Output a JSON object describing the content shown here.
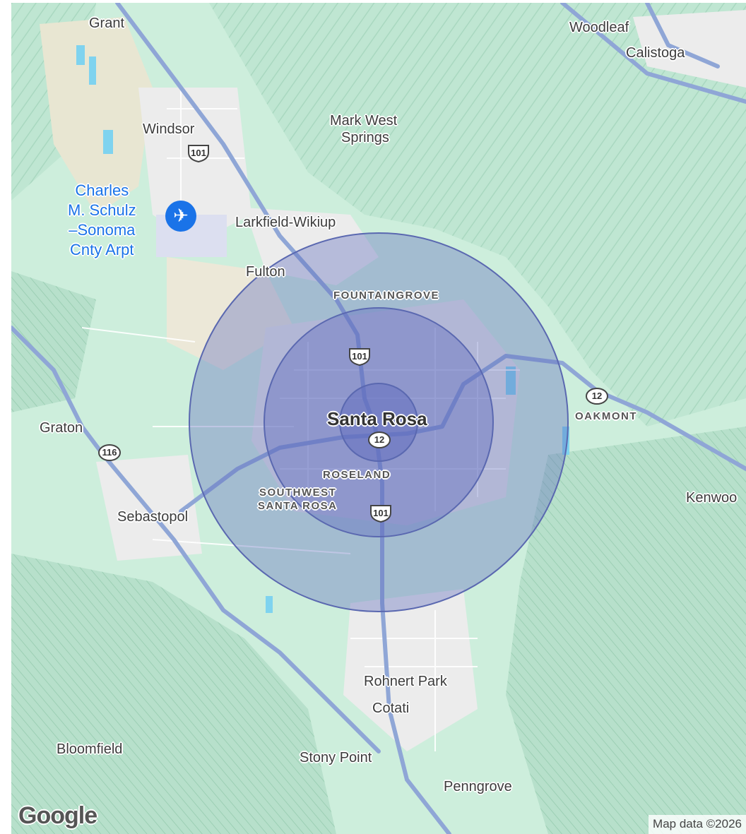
{
  "places": {
    "grant": "Grant",
    "woodleaf": "Woodleaf",
    "calistoga": "Calistoga",
    "windsor": "Windsor",
    "mark_west": "Mark West",
    "springs": "Springs",
    "larkfield": "Larkfield-Wikiup",
    "fulton": "Fulton",
    "fountaingrove": "FOUNTAINGROVE",
    "santa_rosa": "Santa Rosa",
    "oakmont": "OAKMONT",
    "graton": "Graton",
    "roseland": "ROSELAND",
    "southwest_1": "SOUTHWEST",
    "southwest_2": "SANTA ROSA",
    "sebastopol": "Sebastopol",
    "kenwood": "Kenwoo",
    "rohnert_park": "Rohnert Park",
    "cotati": "Cotati",
    "bloomfield": "Bloomfield",
    "stony_point": "Stony Point",
    "penngrove": "Penngrove"
  },
  "airport": {
    "line1": "Charles",
    "line2": "M. Schulz",
    "line3": "–Sonoma",
    "line4": "Cnty Arpt",
    "icon": "airplane-icon"
  },
  "shields": {
    "us101_a": "101",
    "us101_b": "101",
    "us101_c": "101",
    "ca12_a": "12",
    "ca12_b": "12",
    "ca116": "116"
  },
  "footer": {
    "logo": "Google",
    "attribution": "Map data ©2026"
  },
  "colors": {
    "land": "#cfeedd",
    "urban": "#ededed",
    "water": "#7fd3ef",
    "highway": "#8fa6d6",
    "radius_fill": "#6a78c0",
    "radius_stroke": "#5a68b0"
  }
}
